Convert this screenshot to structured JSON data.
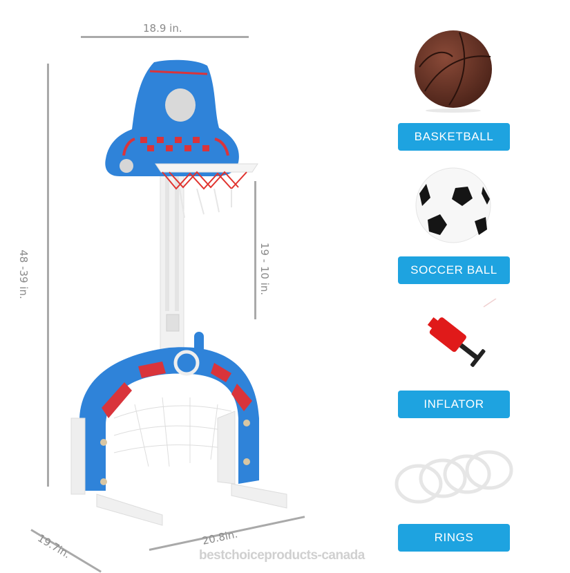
{
  "dimensions": {
    "width_top": "18.9 in.",
    "height_total": "48 -39 in.",
    "hoop_adjust": "19 - 10 in.",
    "depth": "19.7in.",
    "base_width": "20.8in."
  },
  "accessories": [
    {
      "label": "BASKETBALL",
      "icon": "basketball-icon"
    },
    {
      "label": "SOCCER BALL",
      "icon": "soccer-ball-icon"
    },
    {
      "label": "INFLATOR",
      "icon": "pump-icon"
    },
    {
      "label": "RINGS",
      "icon": "rings-icon"
    }
  ],
  "watermark": "bestchoiceproducts-canada",
  "colors": {
    "label_bg": "#1ea3e0",
    "toy_blue": "#2a7fd6",
    "toy_red": "#d9343b",
    "dimension_gray": "#a9a9a9"
  }
}
